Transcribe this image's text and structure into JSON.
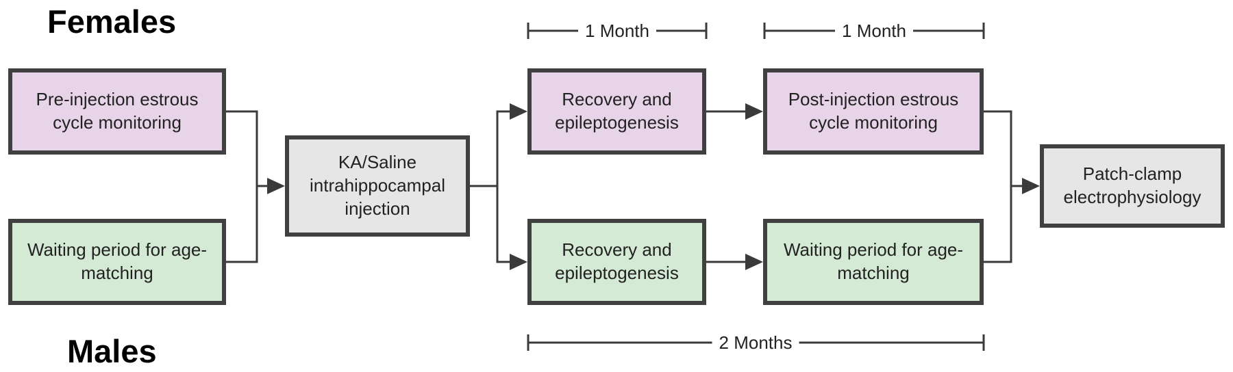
{
  "groups": {
    "females": "Females",
    "males": "Males"
  },
  "steps": {
    "pre_injection": "Pre-injection estrous cycle monitoring",
    "waiting_male_pre": "Waiting period for age-matching",
    "injection": "KA/Saline intrahippocampal injection",
    "recovery_female": "Recovery and epileptogenesis",
    "recovery_male": "Recovery and epileptogenesis",
    "post_injection": "Post-injection estrous cycle monitoring",
    "waiting_male_post": "Waiting period for age-matching",
    "patch_clamp": "Patch-clamp electrophysiology"
  },
  "durations": {
    "first_month": "1 Month",
    "second_month": "1 Month",
    "total": "2 Months"
  },
  "colors": {
    "female_box": "#e8d4e8",
    "male_box": "#d4ead4",
    "neutral_box": "#e6e6e6",
    "border": "#404040",
    "arrow": "#3a3a3a"
  }
}
